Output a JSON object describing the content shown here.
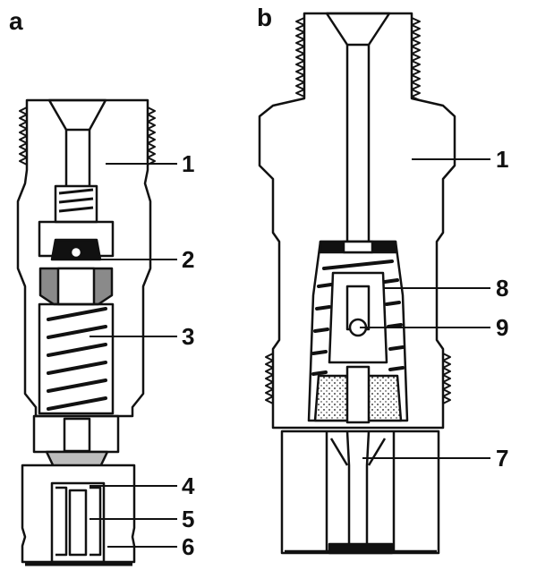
{
  "panels": {
    "a": {
      "label": "a",
      "callouts": [
        "1",
        "2",
        "3",
        "4",
        "5",
        "6"
      ]
    },
    "b": {
      "label": "b",
      "callouts": [
        "1",
        "8",
        "9",
        "7"
      ]
    }
  },
  "colors": {
    "ink": "#111111",
    "paper": "#ffffff",
    "shade": "#8a8a8a",
    "light": "#d9d9d9"
  }
}
